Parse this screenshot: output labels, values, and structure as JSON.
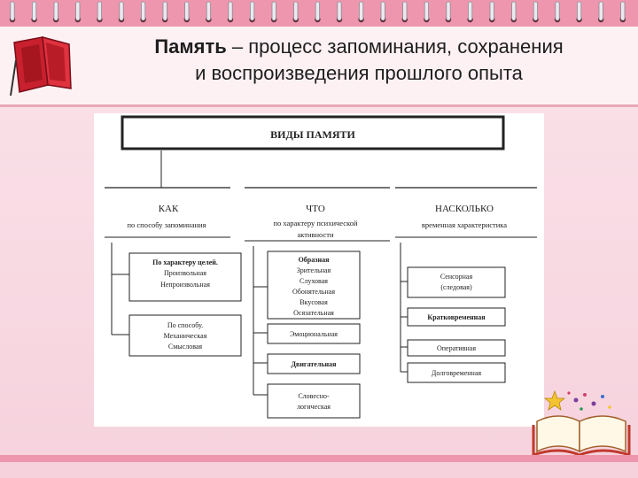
{
  "slide": {
    "title_bold": "Память",
    "title_line1_rest": " – процесс запоминания, сохранения",
    "title_line2": "и воспроизведения прошлого опыта"
  },
  "diagram": {
    "root": "ВИДЫ ПАМЯТИ",
    "columns": [
      {
        "heading": "КАК",
        "subheading": "по способу запоминания"
      },
      {
        "heading": "ЧТО",
        "subheading_line1": "по характеру психической",
        "subheading_line2": "активности"
      },
      {
        "heading": "НАСКОЛЬКО",
        "subheading": "временная характеристика"
      }
    ],
    "kak_boxes": [
      {
        "lines": [
          "По характеру целей.",
          "Произвольная",
          "Непроизвольная"
        ]
      },
      {
        "lines": [
          "По способу.",
          "Механическая",
          "Смысловая"
        ]
      }
    ],
    "chto_boxes": [
      {
        "lines": [
          "Образная",
          "Зрительная",
          "Слуховая",
          "Обонятельная",
          "Вкусовая",
          "Осязательная"
        ]
      },
      {
        "lines": [
          "Эмоциональная"
        ]
      },
      {
        "lines": [
          "Двигательная"
        ]
      },
      {
        "lines": [
          "Словесно-",
          "логическая"
        ]
      }
    ],
    "naskolko_boxes": [
      {
        "lines": [
          "Сенсорная",
          "(следовая)"
        ]
      },
      {
        "lines": [
          "Кратковременная"
        ]
      },
      {
        "lines": [
          "Оперативная"
        ]
      },
      {
        "lines": [
          "Долговременная"
        ]
      }
    ]
  }
}
